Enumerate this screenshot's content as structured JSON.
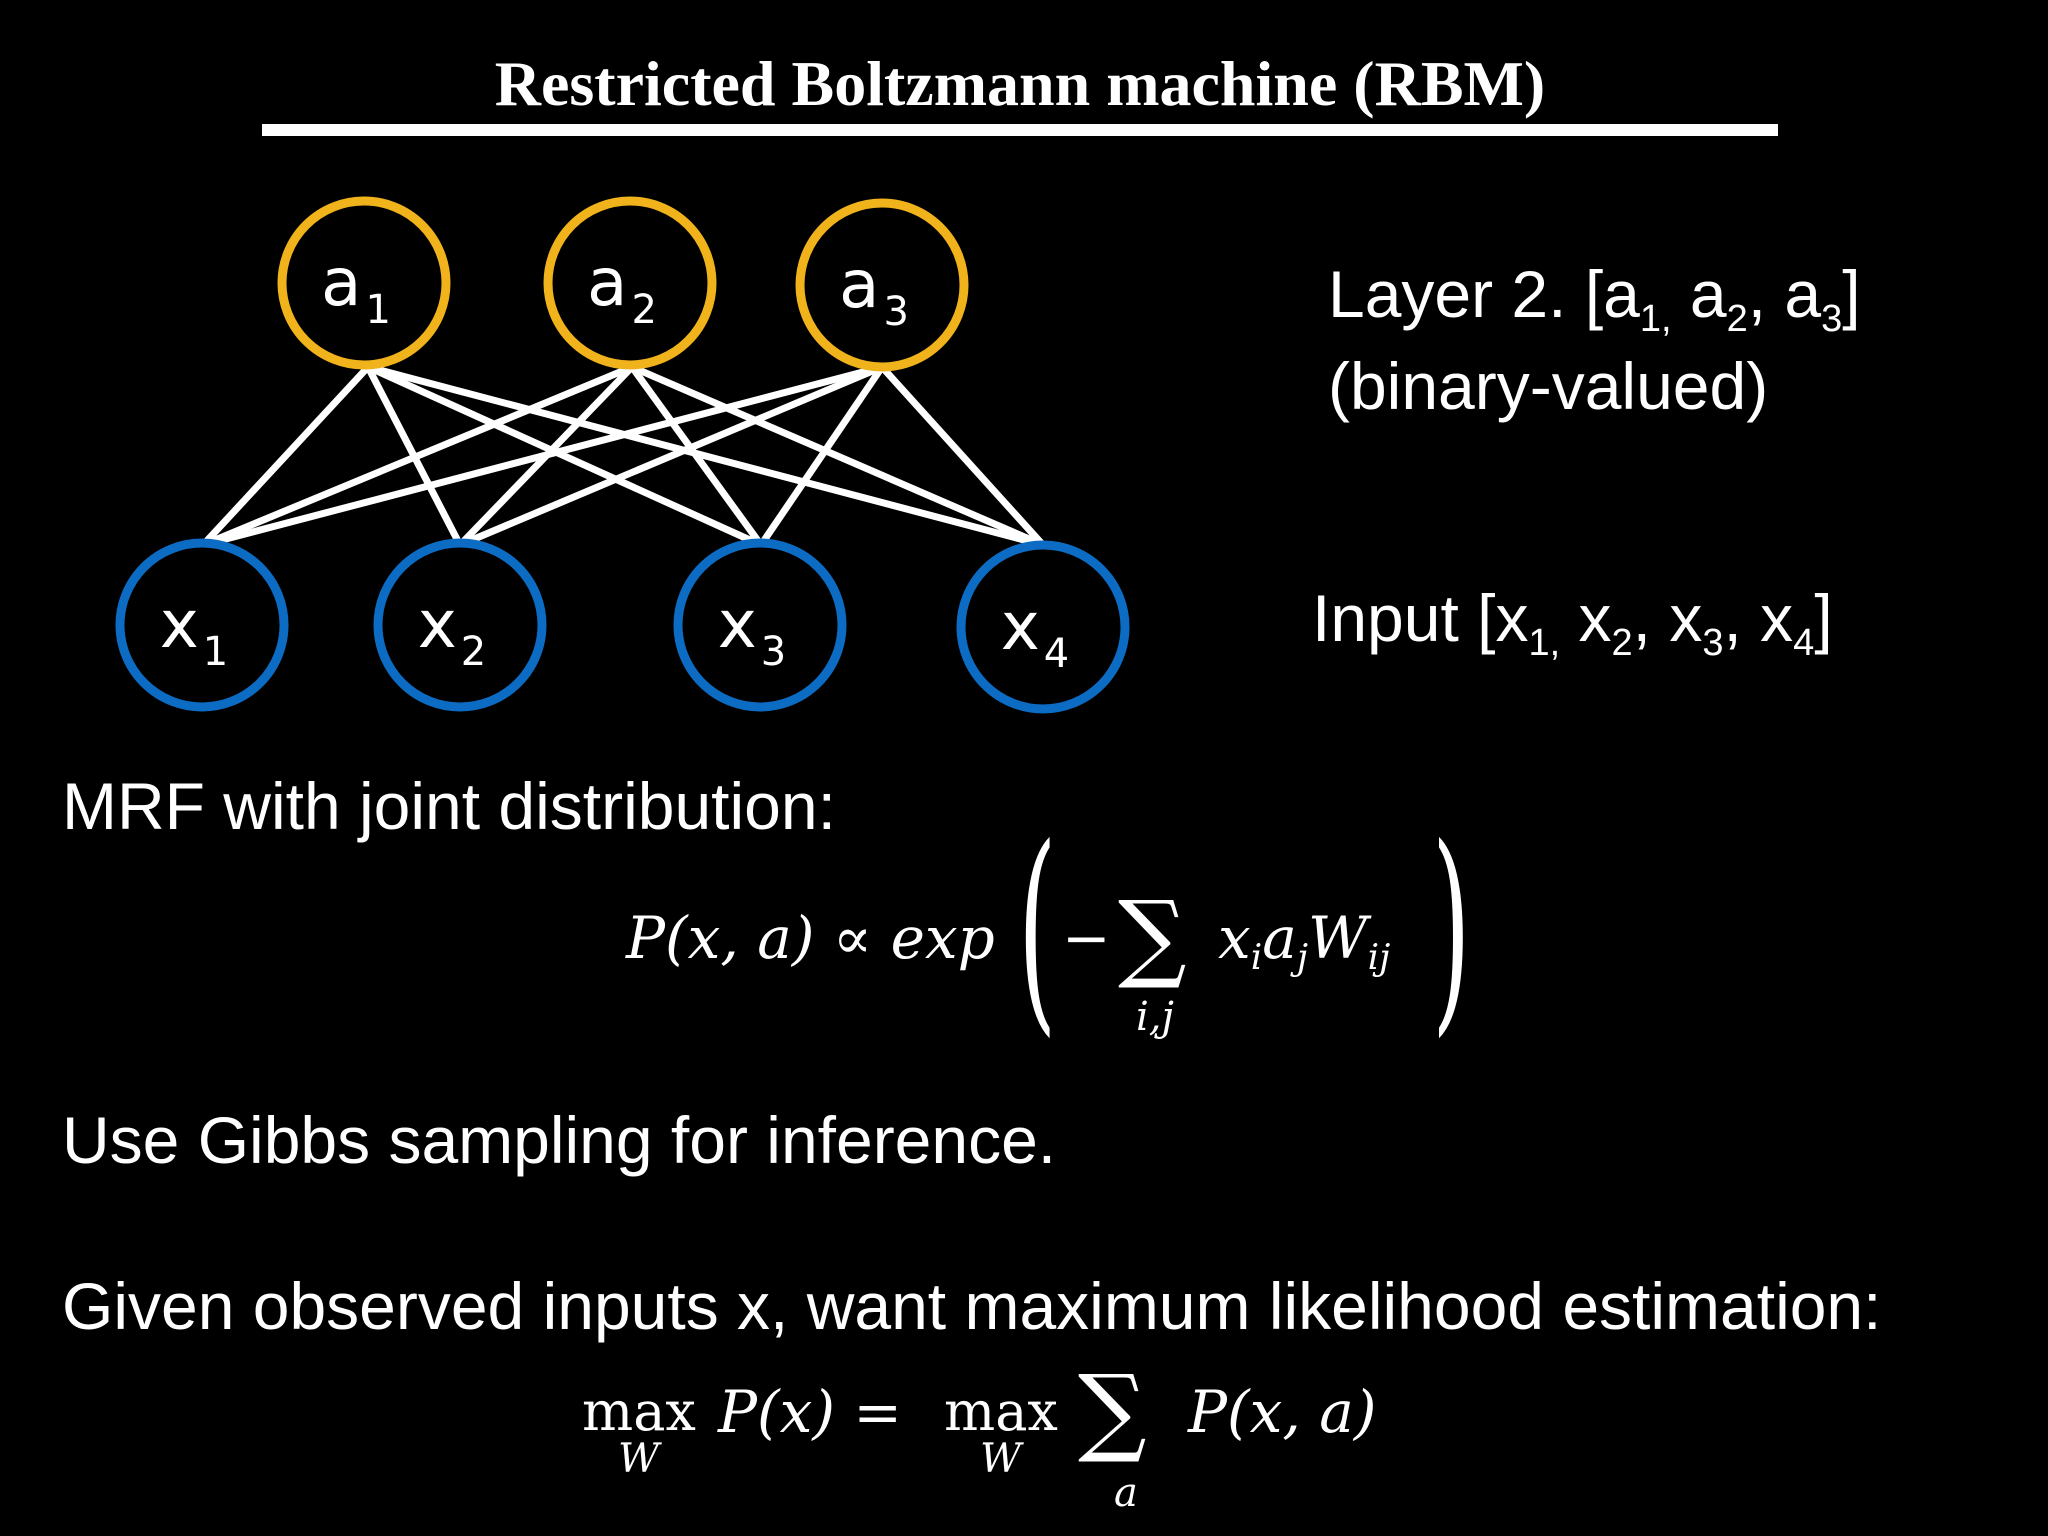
{
  "title": "Restricted Boltzmann machine (RBM)",
  "colors": {
    "background": "#000000",
    "text": "#ffffff",
    "hidden_node": "#f0b31b",
    "input_node": "#0c6cc4",
    "edge": "#ffffff"
  },
  "graph": {
    "hidden_nodes": [
      {
        "base": "a",
        "sub": "1"
      },
      {
        "base": "a",
        "sub": "2"
      },
      {
        "base": "a",
        "sub": "3"
      }
    ],
    "input_nodes": [
      {
        "base": "x",
        "sub": "1"
      },
      {
        "base": "x",
        "sub": "2"
      },
      {
        "base": "x",
        "sub": "3"
      },
      {
        "base": "x",
        "sub": "4"
      }
    ],
    "connectivity": "fully connected between layers"
  },
  "layer2": {
    "prefix": "Layer 2. [a",
    "s1": "1,",
    "mid1": " a",
    "s2": "2",
    "mid2": ", a",
    "s3": "3",
    "suffix": "]",
    "line2": "(binary-valued)"
  },
  "input": {
    "prefix": "Input [x",
    "s1": "1,",
    "mid1": " x",
    "s2": "2",
    "mid2": ", x",
    "s3": "3",
    "mid3": ", x",
    "s4": "4",
    "suffix": "]"
  },
  "mrf_label": "MRF with joint distribution:",
  "eq1": {
    "lhs": "P(x, a) ∝ exp",
    "minus": "−",
    "sum": "∑",
    "sum_sub": "i,j",
    "term_x": "x",
    "term_x_sub": "i",
    "term_a": "a",
    "term_a_sub": "j",
    "term_w": "W",
    "term_w_sub": "ij",
    "lparen": "(",
    "rparen": ")"
  },
  "gibbs_text": "Use Gibbs sampling for inference.",
  "mle_text": "Given observed inputs x, want maximum likelihood estimation:",
  "eq2": {
    "max1": "max",
    "max1_sub": "W",
    "mid": "P(x) =",
    "max2": "max",
    "max2_sub": "W",
    "sum": "∑",
    "sum_sub": "a",
    "rhs": "P(x, a)"
  }
}
